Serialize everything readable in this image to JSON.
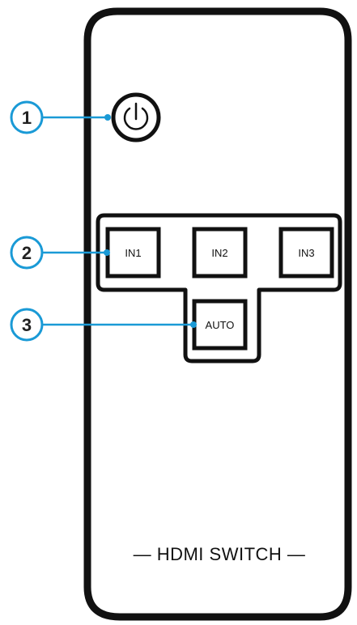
{
  "remote": {
    "body_color": "#111111",
    "fill_color": "#ffffff"
  },
  "callouts": {
    "color": "#1a9ad6",
    "items": [
      {
        "number": "1",
        "target": "power-button"
      },
      {
        "number": "2",
        "target": "input-buttons"
      },
      {
        "number": "3",
        "target": "auto-button"
      }
    ]
  },
  "buttons": {
    "power_icon": "power-icon",
    "in1_label": "IN1",
    "in2_label": "IN2",
    "in3_label": "IN3",
    "auto_label": "AUTO"
  },
  "footer": {
    "brand_label": "— HDMI SWITCH —"
  }
}
